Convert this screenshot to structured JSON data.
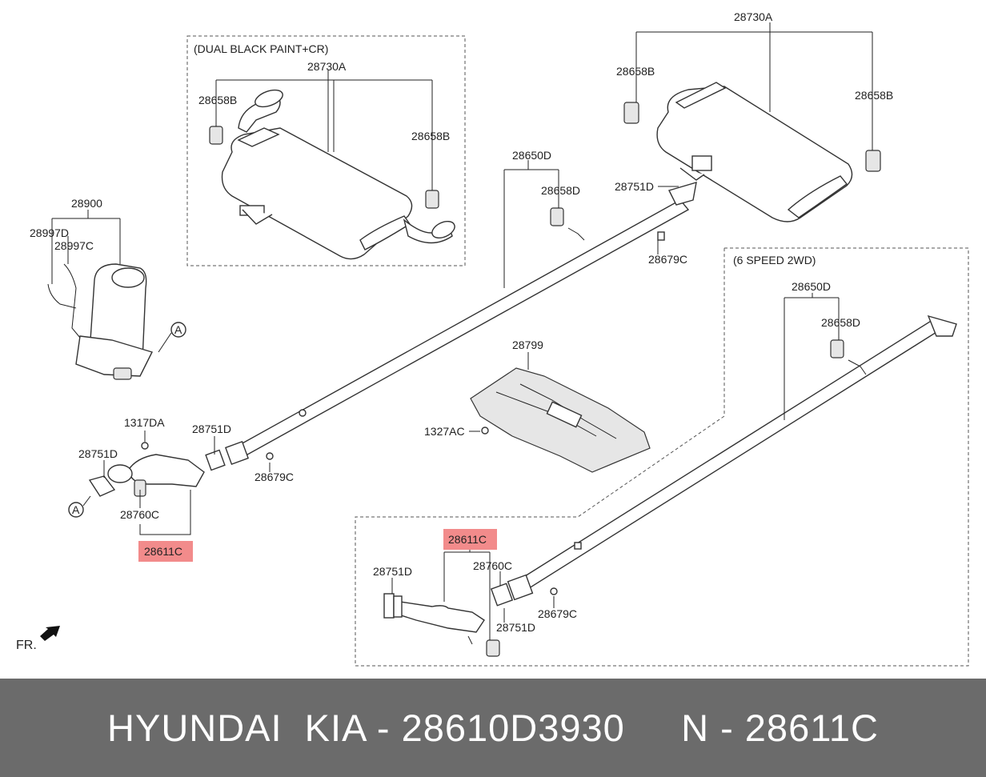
{
  "diagram": {
    "box_labels": {
      "upper_variant": "(DUAL BLACK PAINT+CR)",
      "lower_variant": "(6 SPEED 2WD)"
    },
    "parts": {
      "muffler_upper_box": "28730A",
      "muffler_main": "28730A",
      "hanger_a": "28658B",
      "hanger_b": "28658B",
      "hanger_c": "28658B",
      "hanger_d": "28658B",
      "center_pipe": "28650D",
      "center_hanger": "28658D",
      "gasket_rear": "28751D",
      "clamp_rear": "28679C",
      "converter_assy": "28900",
      "sensor_1": "28997D",
      "sensor_2": "28997C",
      "nut": "1317DA",
      "gasket_front_a": "28751D",
      "gasket_front_b": "28751D",
      "clamp_front": "28679C",
      "bracket_front": "28760C",
      "front_pipe": "28611C",
      "heat_shield": "28799",
      "shield_bolt": "1327AC",
      "center_pipe_alt": "28650D",
      "center_hanger_alt": "28658D",
      "front_pipe_alt": "28611C",
      "gasket_alt_a": "28751D",
      "bracket_alt": "28760C",
      "gasket_alt_b": "28751D",
      "clamp_alt": "28679C"
    },
    "ref_marks": {
      "top": "A",
      "bottom": "A"
    },
    "direction_label": "FR.",
    "highlight_color": "#f28b8b"
  },
  "footer": {
    "text": "HYUNDAI  KIA - 28610D3930     N - 28611C",
    "background": "#6b6b6b"
  }
}
